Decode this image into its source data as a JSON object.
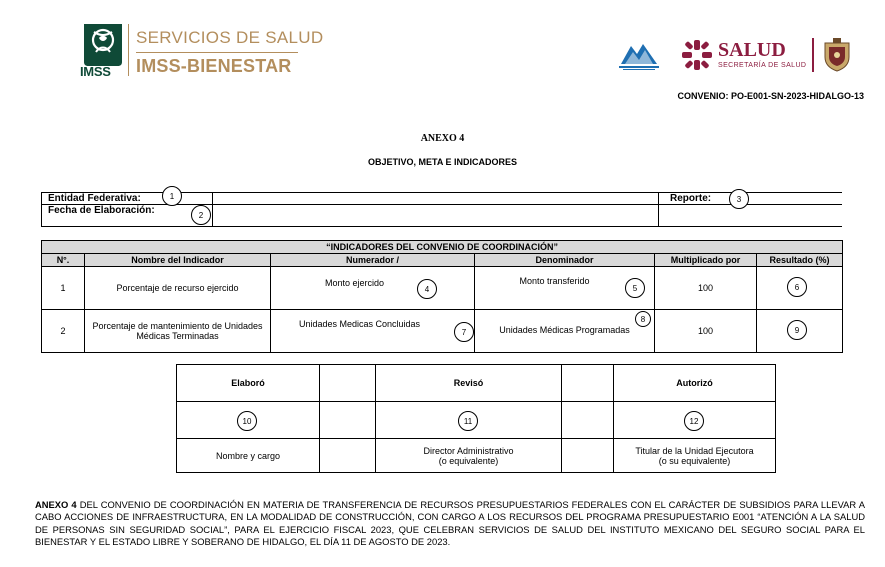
{
  "header": {
    "imss_logo_text": "IMSS",
    "brand_line1": "SERVICIOS DE SALUD",
    "brand_line2": "IMSS-BIENESTAR",
    "salud_title": "SALUD",
    "salud_subtitle": "SECRETARÍA DE SALUD",
    "convenio": "CONVENIO: PO-E001-SN-2023-HIDALGO-13"
  },
  "title": "ANEXO 4",
  "subtitle": "OBJETIVO, META E INDICADORES",
  "info": {
    "entidad_label": "Entidad Federativa:",
    "fecha_label": "Fecha de Elaboración:",
    "reporte_label": "Reporte:",
    "markers": [
      "1",
      "2",
      "3"
    ]
  },
  "indicators": {
    "table_title": "“INDICADORES DEL CONVENIO DE COORDINACIÓN”",
    "headers": [
      "N°.",
      "Nombre del Indicador",
      "Numerador /",
      "Denominador",
      "Multiplicado por",
      "Resultado (%)"
    ],
    "rows": [
      {
        "n": "1",
        "nombre": "Porcentaje de recurso ejercido",
        "numerador": "Monto ejercido",
        "num_marker": "4",
        "denominador": "Monto transferido",
        "den_marker": "5",
        "multiplicado": "100",
        "res_marker": "6"
      },
      {
        "n": "2",
        "nombre": "Porcentaje de mantenimiento de Unidades Médicas Terminadas",
        "numerador": "Unidades Medicas Concluidas",
        "num_marker": "7",
        "denominador": "Unidades Médicas Programadas",
        "den_marker": "8",
        "multiplicado": "100",
        "res_marker": "9"
      }
    ]
  },
  "signatures": {
    "headers": [
      "Elaboró",
      "Revisó",
      "Autorizó"
    ],
    "markers": [
      "10",
      "11",
      "12"
    ],
    "roles": [
      "Nombre y cargo",
      "Director Administrativo\n(o equivalente)",
      "Titular de la Unidad Ejecutora\n(o su equivalente)"
    ]
  },
  "footer": {
    "bold_lead": "ANEXO 4",
    "text": " DEL CONVENIO DE COORDINACIÓN EN MATERIA DE TRANSFERENCIA DE RECURSOS PRESUPUESTARIOS FEDERALES CON EL CARÁCTER DE SUBSIDIOS PARA LLEVAR A CABO ACCIONES DE INFRAESTRUCTURA, EN LA MODALIDAD DE CONSTRUCCIÓN, CON CARGO A LOS RECURSOS DEL PROGRAMA PRESUPUESTARIO E001 “ATENCIÓN A LA SALUD DE PERSONAS SIN SEGURIDAD SOCIAL”, PARA EL EJERCICIO FISCAL 2023, QUE CELEBRAN SERVICIOS DE SALUD DEL INSTITUTO MEXICANO DEL SEGURO SOCIAL PARA EL BIENESTAR Y EL ESTADO LIBRE Y SOBERANO DE HIDALGO, EL DÍA 11 DE AGOSTO DE 2023."
  },
  "colors": {
    "imss_green": "#0f4a37",
    "gold": "#b38e5d",
    "salud_maroon": "#8c1d40",
    "header_gray": "#d9d9d9"
  }
}
